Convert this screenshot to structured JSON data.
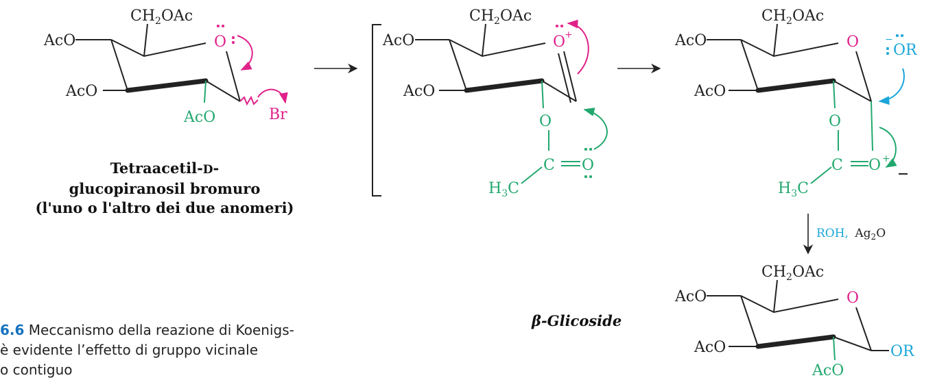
{
  "scheme": {
    "reactant_name": {
      "line1_prefix": "Tetraacetil-",
      "d_letter": "D",
      "line1_suffix": "-",
      "line2": "glucopiranosil bromuro",
      "line3": "(l'uno o l'altro dei due anomeri)"
    },
    "product_label": "β-Glicoside",
    "reagents": {
      "nucleophile": "ROH,",
      "promoter": "Ag",
      "promoter_sub": "2",
      "promoter_tail": "O"
    }
  },
  "atoms": {
    "ac_o": "AcO",
    "ch2": "CH",
    "ch2_sub": "2",
    "oac": "OAc",
    "o": "O",
    "br": "Br",
    "c": "C",
    "h3c_h": "H",
    "h3c_sub": "3",
    "h3c_c": "C",
    "or": "OR",
    "plus": "+",
    "minus": "−",
    "lone_pair": ":"
  },
  "caption": {
    "number": "6.6",
    "text": " Meccanismo della reazione di Koenigs-\nè evidente l’effetto di gruppo vicinale\no contiguo"
  },
  "colors": {
    "magenta": "#e0218a",
    "green": "#22a86e",
    "cyan": "#1aa6d8",
    "caption_number": "#1672c0"
  }
}
